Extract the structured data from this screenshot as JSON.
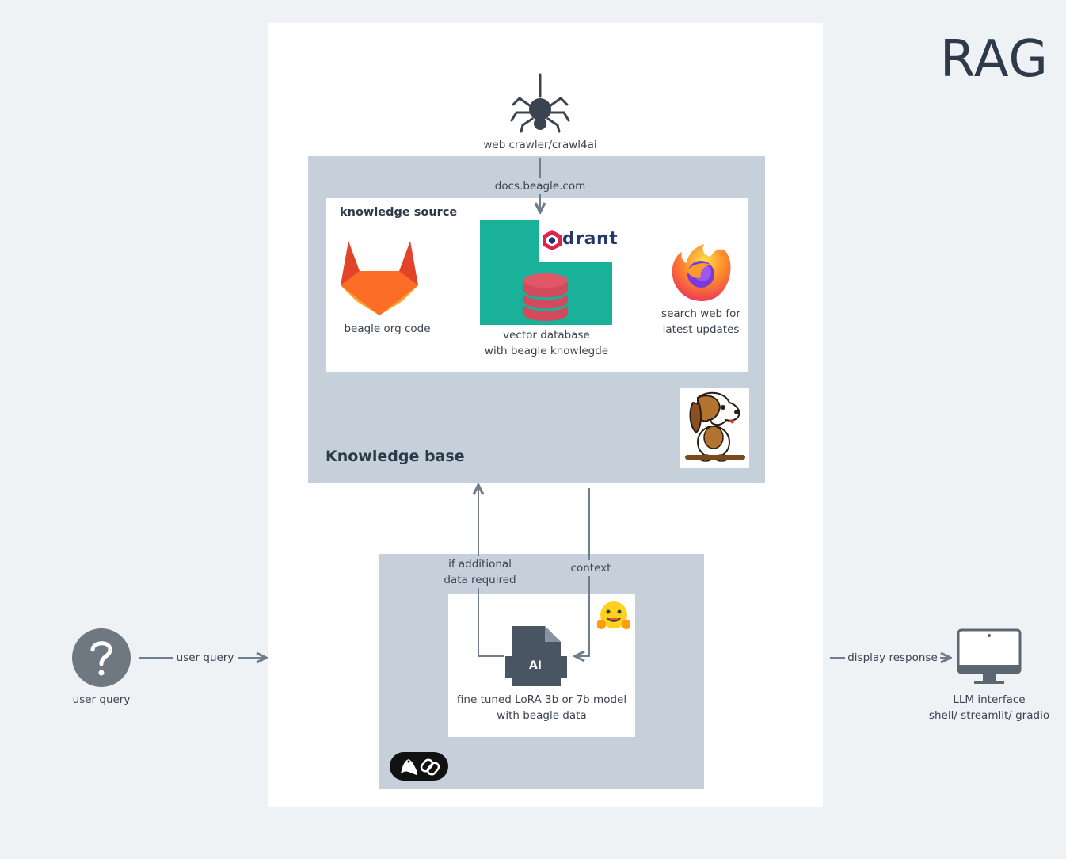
{
  "title": "RAG",
  "crawler": {
    "label": "web crawler/crawl4ai",
    "edge_label": "docs.beagle.com"
  },
  "knowledge_base": {
    "title": "Knowledge base",
    "source": {
      "title": "knowledge source",
      "items": [
        {
          "label": "beagle org code"
        },
        {
          "label_line1": "vector database",
          "label_line2": "with beagle knowlegde",
          "logo_text": "drant"
        },
        {
          "label_line1": "search web for",
          "label_line2": "latest updates"
        }
      ]
    }
  },
  "llm": {
    "model_line1": "fine tuned LoRA 3b or 7b model",
    "model_line2": "with beagle data",
    "ai_badge": "AI",
    "edge_request_line1": "if additional",
    "edge_request_line2": "data required",
    "edge_context": "context"
  },
  "user": {
    "label": "user query",
    "edge_label": "user query"
  },
  "output": {
    "edge_label": "display response",
    "label_line1": "LLM interface",
    "label_line2": "shell/ streamlit/ gradio"
  },
  "colors": {
    "page": "#eef2f5",
    "panel": "#c5d0da",
    "arrow": "#6f7d8c",
    "gitlab": "#e24329",
    "qdrant": "#1ab19a",
    "db": "#d24a5c",
    "icon": "#6f7780"
  }
}
